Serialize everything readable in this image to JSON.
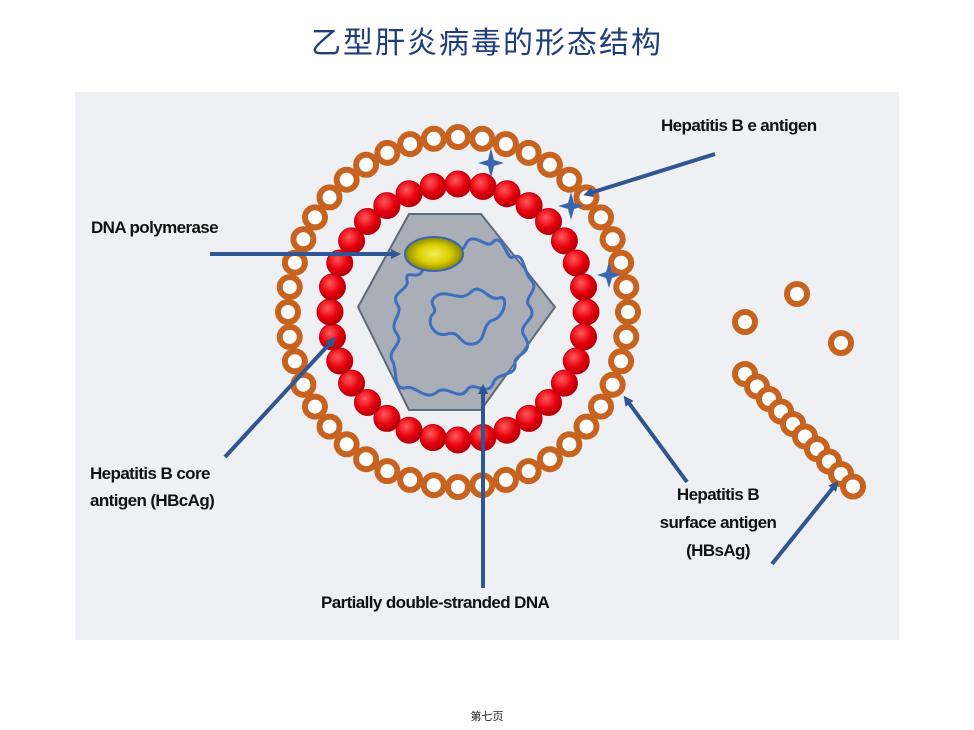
{
  "slide": {
    "title": "乙型肝炎病毒的形态结构",
    "footer": "第七页"
  },
  "diagram": {
    "labels": {
      "e_antigen": "Hepatitis B e antigen",
      "dna_polymerase": "DNA polymerase",
      "core_antigen_line1": "Hepatitis B core",
      "core_antigen_line2": "antigen (HBcAg)",
      "surface_antigen_line1": "Hepatitis B",
      "surface_antigen_line2": "surface antigen",
      "surface_antigen_line3": "(HBsAg)",
      "dna": "Partially double-stranded DNA"
    },
    "colors": {
      "panel": "#eef0f3",
      "surface_ring": "#c8631f",
      "core_particle": "#e8000e",
      "capsid": "#a9aeb7",
      "dna_strand": "#3d6fc0",
      "polymerase": "#d8d000",
      "arrow": "#2f5592"
    }
  }
}
